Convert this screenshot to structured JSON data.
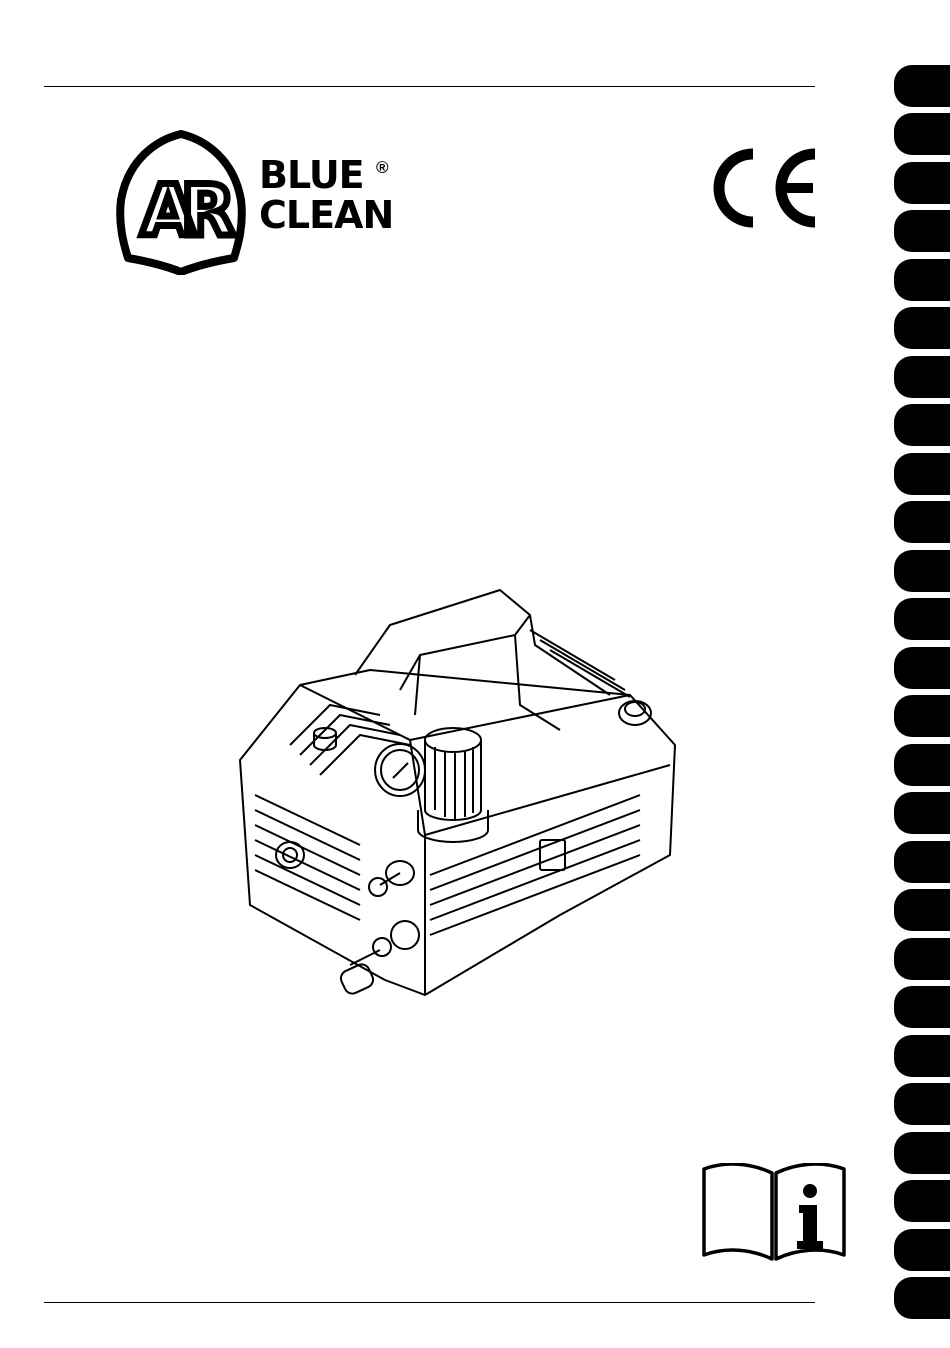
{
  "brand": {
    "logo_letters": "AR",
    "line1": "BLUE",
    "line2": "CLEAN",
    "registered_mark": "®"
  },
  "certification": {
    "mark": "CE"
  },
  "icons": {
    "logo": "ar-shield-logo",
    "ce": "ce-mark-icon",
    "product": "pressure-washer-illustration",
    "manual": "read-manual-info-icon",
    "tab": "language-tab"
  },
  "tabs": {
    "count": 26,
    "color": "#000000"
  },
  "colors": {
    "ink": "#000000",
    "paper": "#ffffff"
  }
}
